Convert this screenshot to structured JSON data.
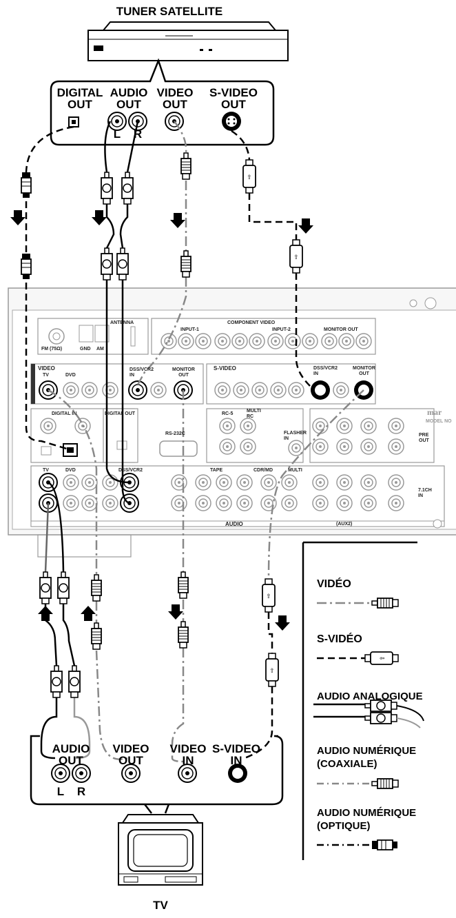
{
  "source_device": {
    "title": "TUNER SATELLITE",
    "ports": {
      "digital_out": "DIGITAL\nOUT",
      "audio_out": "AUDIO\nOUT",
      "video_out": "VIDEO\nOUT",
      "svideo_out": "S-VIDEO\nOUT",
      "left": "L",
      "right": "R"
    }
  },
  "receiver": {
    "labels": {
      "antenna": "ANTENNA",
      "component_video": "COMPONENT VIDEO",
      "input1": "INPUT-1",
      "input2": "INPUT-2",
      "monitor_out": "MONITOR OUT",
      "fm": "FM (75Ω)",
      "gnd": "GND",
      "am": "AM",
      "video": "VIDEO",
      "tv": "TV",
      "dvd": "DVD",
      "in": "IN",
      "out": "OUT",
      "dss_vcr2_in": "DSS/VCR2\nIN",
      "monitor_out2": "MONITOR\nOUT",
      "svideo": "S-VIDEO",
      "digital_in": "DIGITAL IN",
      "digital_out": "DIGITAL OUT",
      "rs232c": "RS-232C",
      "rc5": "RC-5",
      "multi_rc": "MULTI\nRC",
      "flasher_in": "FLASHER\nIN",
      "pre_out": "PRE\nOUT",
      "dss_vcr2": "DSS/VCR2",
      "tape": "TAPE",
      "cdr_md": "CDR/MD",
      "multi": "MULTI",
      "audio": "AUDIO",
      "aux2": "(AUX2)",
      "ch71_in": "7.1CH\nIN",
      "brand": "mar",
      "model": "MODEL NO"
    }
  },
  "tv_device": {
    "title": "TV",
    "ports": {
      "audio_out": "AUDIO\nOUT",
      "video_out": "VIDEO\nOUT",
      "video_in": "VIDEO\nIN",
      "svideo_in": "S-VIDEO\nIN",
      "left": "L",
      "right": "R"
    }
  },
  "legend": {
    "video": "VIDÉO",
    "svideo": "S-VIDÉO",
    "audio_analog": "AUDIO ANALOGIQUE",
    "audio_digital_coax": "AUDIO NUMÉRIQUE\n(COAXIALE)",
    "audio_digital_optical": "AUDIO NUMÉRIQUE\n(OPTIQUE)"
  }
}
